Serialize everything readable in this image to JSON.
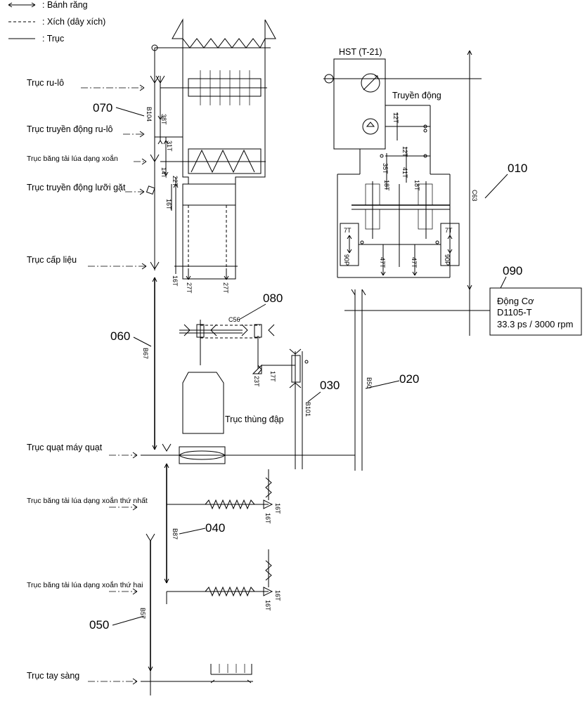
{
  "legend": {
    "gear": ": Bánh răng",
    "chain": ": Xích (dây xích)",
    "shaft": ": Trục"
  },
  "shafts": {
    "roller": "Trục ru-lô",
    "roller_drive": "Trục truyền động ru-lô",
    "spiral_conveyor": "Trục băng tải lúa dạng xoắn",
    "cutter_drive": "Trục truyền động lưỡi gặt",
    "feeder": "Trục cấp liệu",
    "thresher_drum": "Trục thùng đập",
    "fan": "Trục quạt máy quạt",
    "spiral_conveyor_1": "Trục băng tải lúa dạng xoắn thứ nhất",
    "spiral_conveyor_2": "Trục băng tải lúa dạng xoắn thứ hai",
    "sieve": "Trục tay sàng"
  },
  "callouts": {
    "c010": "010",
    "c020": "020",
    "c030": "030",
    "c040": "040",
    "c050": "050",
    "c060": "060",
    "c070": "070",
    "c080": "080",
    "c090": "090"
  },
  "belts": {
    "b104": "B104",
    "b67": "B67",
    "b50": "B50",
    "b101": "B101",
    "b87": "B87",
    "b57": "B57",
    "c56": "C56",
    "c63": "C63"
  },
  "gears": {
    "g38t": "38T",
    "g31t": "31T",
    "g14t": "14T",
    "g22t": "22T",
    "g16t_a": "16T",
    "g16t_b": "16T",
    "g27t_a": "27T",
    "g27t_b": "27T",
    "g23t": "23T",
    "g17t": "17T",
    "g16t_c": "16T",
    "g16t_d": "16T",
    "g16t_e": "16T",
    "g16t_f": "16T",
    "t12a": "12T",
    "t12b": "12T",
    "t35": "35T",
    "t41": "41T",
    "t18a": "18T",
    "t18b": "18T",
    "t7a": "7T",
    "t7b": "7T",
    "t90a": "90P",
    "t90b": "90P",
    "t47a": "47T",
    "t47b": "47T"
  },
  "hst": {
    "title": "HST (T-21)",
    "drive": "Truyền động"
  },
  "engine": {
    "name": "Động Cơ",
    "model": "D1105-T",
    "power": "33.3 ps / 3000 rpm"
  }
}
